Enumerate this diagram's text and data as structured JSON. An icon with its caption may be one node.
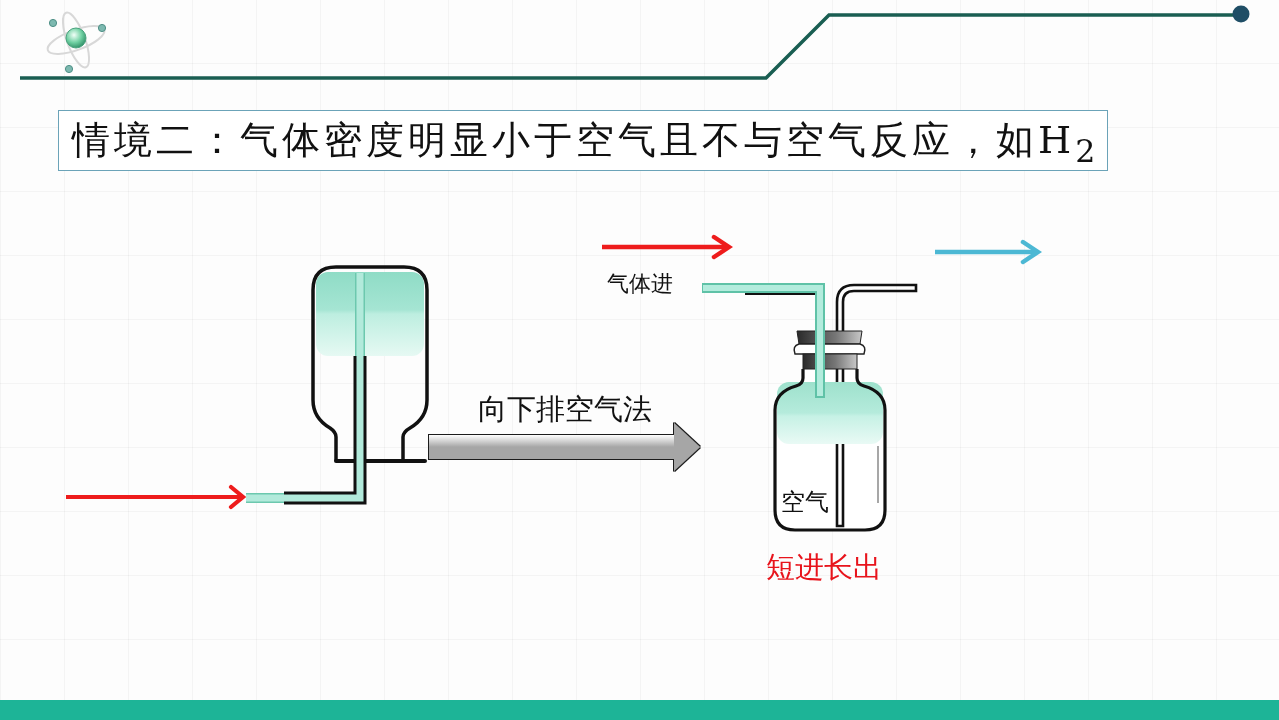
{
  "diagram": {
    "title": "情境二：气体密度明显小于空气且不与空气反应，如H$_{2}$",
    "nodes": [
      {
        "text": [],
        "shape": "picture"
      },
      {
        "text": [
          "空气"
        ],
        "beside": [
          "短进长出"
        ]
      }
    ],
    "edges": [
      {
        "from": null,
        "to": 0,
        "arrow": "to",
        "color": "#ee1c1c"
      },
      {
        "from": 0,
        "to": 1,
        "arrow": "to",
        "label": "向下排空气法",
        "style": "thick",
        "color": "#a6a6a6"
      }
    ],
    "labels": [
      "气体进"
    ]
  }
}
